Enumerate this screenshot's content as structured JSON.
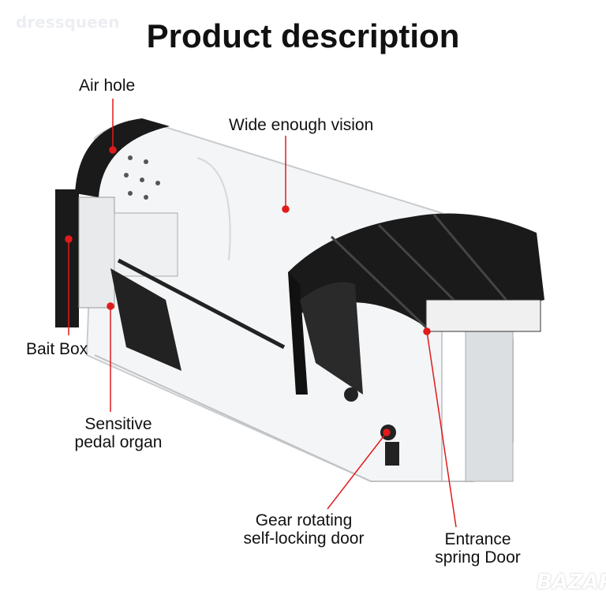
{
  "title": "Product description",
  "watermarks": {
    "top_left": "dressqueen",
    "bottom_right": "BAZAR"
  },
  "labels": {
    "air_hole": "Air hole",
    "wide_vision": "Wide enough vision",
    "bait_box": "Bait Box",
    "pedal_line1": "Sensitive",
    "pedal_line2": "pedal organ",
    "gear_line1": "Gear rotating",
    "gear_line2": "self-locking door",
    "entrance_line1": "Entrance",
    "entrance_line2": "spring Door"
  },
  "colors": {
    "pointer": "#e01b1b",
    "trap_black": "#1a1a1a"
  }
}
